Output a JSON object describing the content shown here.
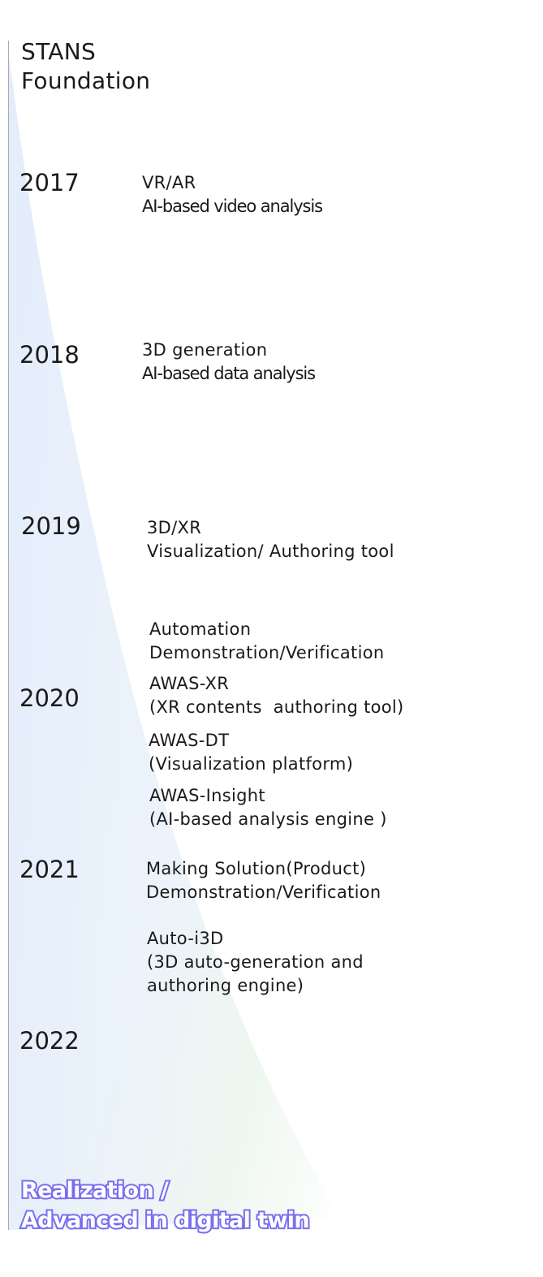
{
  "title": [
    "STANS",
    "Foundation"
  ],
  "years": [
    "2017",
    "2018",
    "2019",
    "2020",
    "2021",
    "2022"
  ],
  "items": [
    {
      "lines": [
        "VR/AR",
        "AI-based video analysis"
      ]
    },
    {
      "lines": [
        "3D generation",
        "AI-based data analysis"
      ]
    },
    {
      "lines": [
        "3D/XR",
        "Visualization/ Authoring tool"
      ]
    },
    {
      "lines": [
        "Automation",
        "Demonstration/Verification"
      ]
    },
    {
      "lines": [
        "AWAS-XR",
        "(XR contents  authoring tool)"
      ]
    },
    {
      "lines": [
        "AWAS-DT",
        "(Visualization platform)"
      ]
    },
    {
      "lines": [
        "AWAS-Insight",
        "(AI-based analysis engine )"
      ]
    },
    {
      "lines": [
        "Making Solution(Product)",
        "Demonstration/Verification"
      ]
    },
    {
      "lines": [
        "Auto-i3D",
        "(3D auto-generation and",
        "authoring engine)"
      ]
    }
  ],
  "footer": [
    "Realization /",
    "Advanced in digital twin"
  ],
  "colors": {
    "line": "#a9a9b3",
    "footer_text": "#ffffff",
    "footer_outline": "#7a6cf0",
    "gradient_blue": "#e6f0fb",
    "gradient_green": "#eaf6e6"
  }
}
